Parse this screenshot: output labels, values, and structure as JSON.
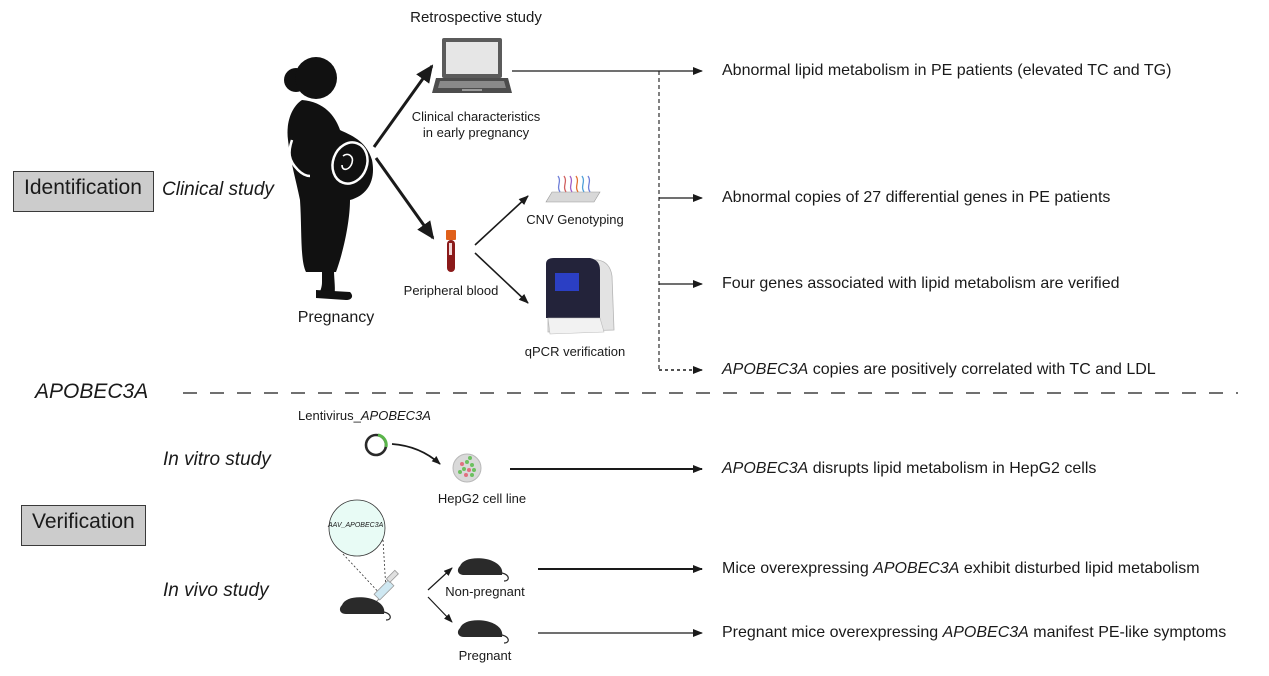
{
  "stages": {
    "identification": {
      "label": "Identification",
      "study": "Clinical study"
    },
    "verification": {
      "label": "Verification",
      "studies": {
        "in_vitro": "In vitro study",
        "in_vivo": "In vivo study"
      }
    }
  },
  "clinical": {
    "pregnancy_label": "Pregnancy",
    "retrospective_title": "Retrospective study",
    "clinical_char_line1": "Clinical characteristics",
    "clinical_char_line2": "in early pregnancy",
    "peripheral_blood": "Peripheral blood",
    "cnv_genotyping": "CNV Genotyping",
    "qpcr_verification": "qPCR verification"
  },
  "divider": {
    "gene_label": "APOBEC3A"
  },
  "in_vitro": {
    "vector_prefix": "Lentivirus_",
    "vector_gene": "APOBEC3A",
    "cell_line": "HepG2 cell line"
  },
  "in_vivo": {
    "aav_label": "AAV_APOBEC3A",
    "non_pregnant": "Non-pregnant",
    "pregnant": "Pregnant"
  },
  "findings": {
    "f1": {
      "text": "Abnormal lipid metabolism in PE patients (elevated TC and TG)"
    },
    "f2": {
      "text": "Abnormal copies of 27 differential genes in PE patients"
    },
    "f3": {
      "text": "Four genes associated with lipid metabolism are verified"
    },
    "f4": {
      "gene": "APOBEC3A",
      "rest": " copies are positively correlated with TC and LDL"
    },
    "f5": {
      "gene": "APOBEC3A",
      "rest": " disrupts lipid metabolism in HepG2 cells"
    },
    "f6": {
      "pre": "Mice overexpressing ",
      "gene": "APOBEC3A",
      "post": " exhibit disturbed lipid metabolism"
    },
    "f7": {
      "pre": "Pregnant mice overexpressing ",
      "gene": "APOBEC3A",
      "post": " manifest PE-like symptoms"
    }
  },
  "colors": {
    "stage_box_fill": "#cccccc",
    "line": "#1a1a1a",
    "screen_blue": "#2b3fc4",
    "blood_red": "#8b1a1a",
    "cap_orange": "#e0601a",
    "aav_fill": "#e8fbf5",
    "lenti_green": "#5ab54a"
  }
}
